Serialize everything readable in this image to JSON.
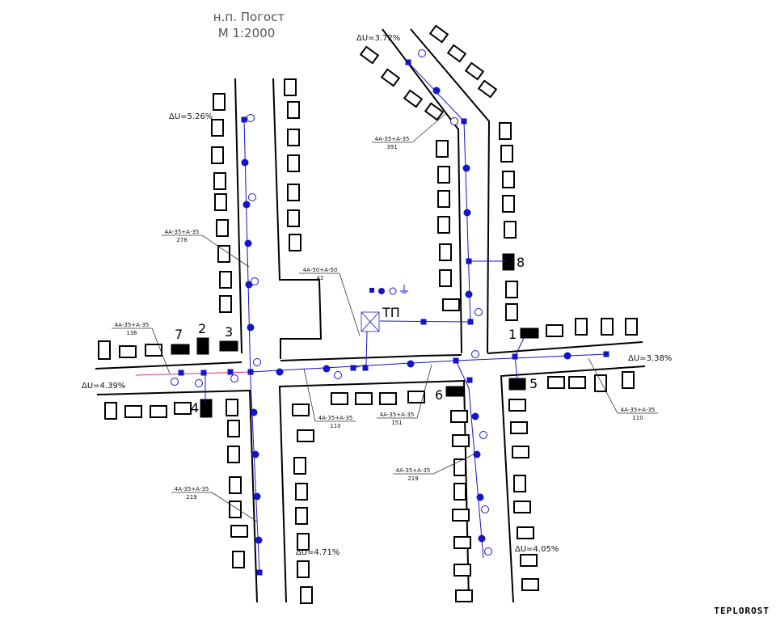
{
  "title": {
    "line1": "н.п. Погост",
    "line2": "М 1:2000"
  },
  "substation_label": "ТП",
  "legend_symbols": [
    "square-support-icon",
    "circle-support-icon",
    "ring-icon",
    "ground-icon"
  ],
  "voltage_drops": {
    "north": "ΔU=3.72%",
    "northwest": "ΔU=5.26%",
    "west": "ΔU=4.39%",
    "east": "ΔU=3.38%",
    "southwest": "ΔU=4.71%",
    "southeast": "ΔU=4.05%"
  },
  "cables": [
    {
      "id": "north",
      "spec": "4А-35+А-35",
      "length": "391"
    },
    {
      "id": "nw",
      "spec": "4А-35+А-35",
      "length": "278"
    },
    {
      "id": "tp",
      "spec": "4А-50+А-50",
      "length": "42"
    },
    {
      "id": "west",
      "spec": "4А-35+А-35",
      "length": "136"
    },
    {
      "id": "mid1",
      "spec": "4А-35+А-35",
      "length": "110"
    },
    {
      "id": "mid2",
      "spec": "4А-35+А-35",
      "length": "151"
    },
    {
      "id": "east",
      "spec": "4А-35+А-35",
      "length": "110"
    },
    {
      "id": "se",
      "spec": "4А-35+А-35",
      "length": "219"
    },
    {
      "id": "sw",
      "spec": "4А-35+А-35",
      "length": "219"
    }
  ],
  "consumers": [
    "1",
    "2",
    "3",
    "4",
    "5",
    "6",
    "7",
    "8"
  ],
  "brand": "TEPLOROST",
  "colors": {
    "wire": "#1414c8",
    "support": "#1414c8",
    "ink": "#000000"
  }
}
